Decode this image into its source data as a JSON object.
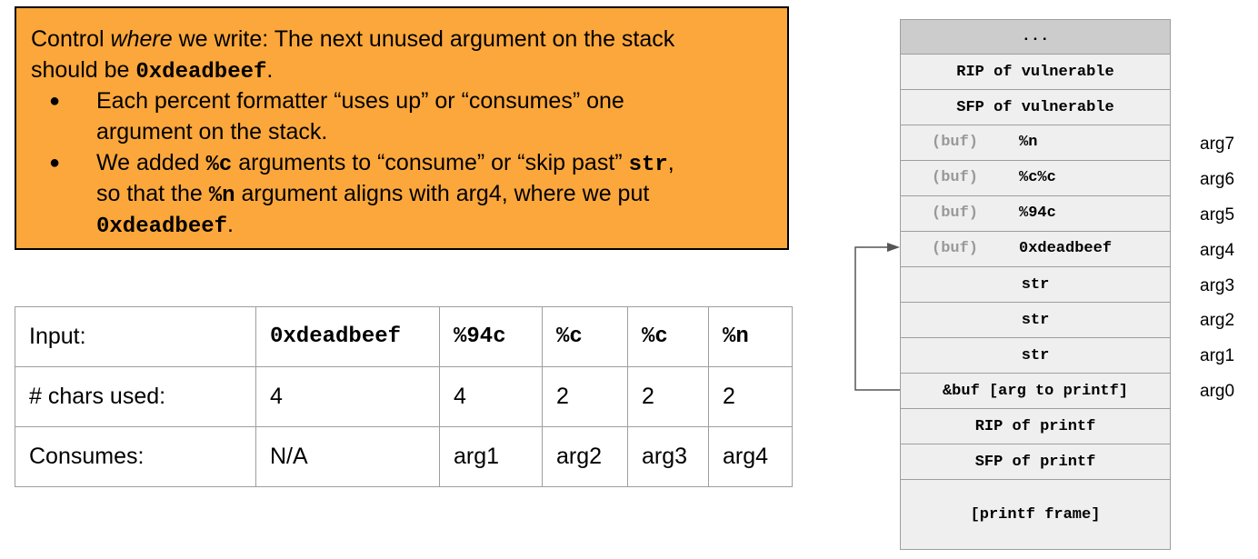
{
  "callout": {
    "line1_pre": "Control ",
    "line1_em": "where",
    "line1_post": " we write: The next unused argument on the stack",
    "line2_pre": "should be ",
    "line2_code": "0xdeadbeef",
    "line2_post": ".",
    "bullet_char": "●",
    "b1_line1": "Each percent formatter “uses up” or “consumes” one",
    "b1_line2": "argument on the stack.",
    "b2_l1_pre": "We added ",
    "b2_l1_code1": "%c",
    "b2_l1_mid": " arguments to “consume” or “skip past” ",
    "b2_l1_code2": "str",
    "b2_l1_post": ",",
    "b2_l2_pre": "so that the ",
    "b2_l2_code": "%n",
    "b2_l2_post": " argument aligns with arg4, where we put",
    "b2_l3_code": "0xdeadbeef",
    "b2_l3_post": "."
  },
  "table": {
    "rows": [
      {
        "label": "Input:",
        "cells": [
          "0xdeadbeef",
          "%94c",
          "%c",
          "%c",
          "%n"
        ]
      },
      {
        "label": "# chars used:",
        "cells": [
          "4",
          "4",
          "2",
          "2",
          "2"
        ]
      },
      {
        "label": "Consumes:",
        "cells": [
          "N/A",
          "arg1",
          "arg2",
          "arg3",
          "arg4"
        ]
      }
    ]
  },
  "stack": {
    "cells": [
      {
        "text": "..."
      },
      {
        "text": "RIP of vulnerable"
      },
      {
        "text": "SFP of vulnerable"
      },
      {
        "buf": "(buf)",
        "text": "%n",
        "arg": "arg7"
      },
      {
        "buf": "(buf)",
        "text": "%c%c",
        "arg": "arg6"
      },
      {
        "buf": "(buf)",
        "text": "%94c",
        "arg": "arg5"
      },
      {
        "buf": "(buf)",
        "text": "0xdeadbeef",
        "arg": "arg4"
      },
      {
        "text": "str",
        "arg": "arg3"
      },
      {
        "text": "str",
        "arg": "arg2"
      },
      {
        "text": "str",
        "arg": "arg1"
      },
      {
        "text": "&buf [arg to printf]",
        "arg": "arg0"
      },
      {
        "text": "RIP of printf"
      },
      {
        "text": "SFP of printf"
      },
      {
        "text": "[printf frame]"
      }
    ]
  },
  "colors": {
    "callout_bg": "#fca73b",
    "cell_bg": "#efefef",
    "top_cell_bg": "#cccccc",
    "buf_text": "#999999",
    "border": "#9e9e9e"
  }
}
